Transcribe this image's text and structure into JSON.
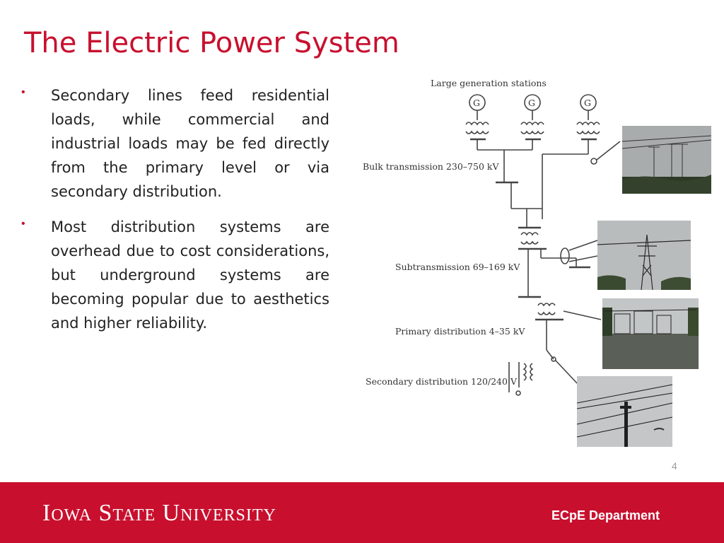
{
  "slide": {
    "title": "The Electric Power System",
    "bullets": [
      {
        "marker": "•",
        "text": "Secondary lines feed residential loads, while commercial and industrial loads may be fed directly from the primary level or via secondary distribution."
      },
      {
        "marker": "•",
        "text": "Most distribution systems are overhead due to cost considerations, but underground systems are becoming popular due to aesthetics and higher reliability."
      }
    ],
    "page_number": "4"
  },
  "diagram": {
    "labels": {
      "generation": "Large generation stations",
      "bulk": "Bulk transmission 230–750 kV",
      "subtransmission": "Subtransmission 69–169 kV",
      "primary": "Primary distribution 4–35 kV",
      "secondary": "Secondary distribution 120/240 V"
    },
    "generator_symbol": "G"
  },
  "footer": {
    "university": "Iowa State University",
    "department": "ECpE Department",
    "background_color": "#C8102E"
  }
}
